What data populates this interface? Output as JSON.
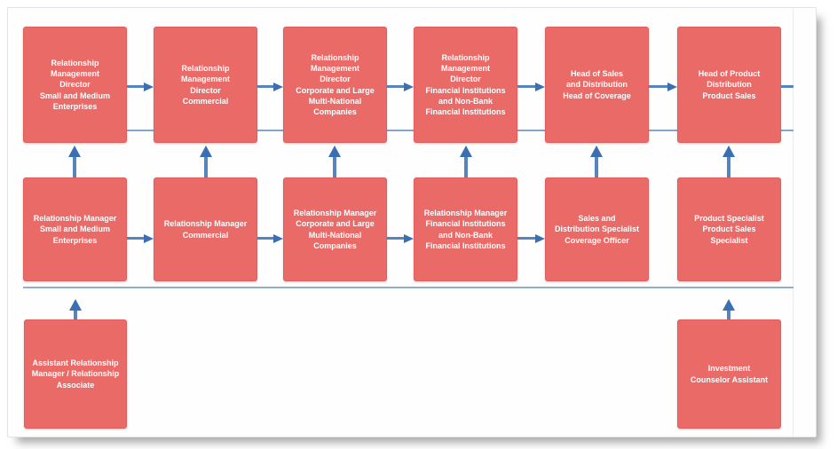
{
  "diagram": {
    "top_row": [
      {
        "label": "Relationship\nManagement\nDirector\nSmall and Medium\nEnterprises"
      },
      {
        "label": "Relationship\nManagement\nDirector\nCommercial"
      },
      {
        "label": "Relationship\nManagement\nDirector\nCorporate and Large\nMulti-National\nCompanies"
      },
      {
        "label": "Relationship\nManagement\nDirector\nFinancial Institutions\nand Non-Bank\nFinancial Institutions"
      },
      {
        "label": "Head of Sales\nand Distribution\nHead of Coverage"
      },
      {
        "label": "Head of Product\nDistribution\nProduct Sales"
      }
    ],
    "middle_row": [
      {
        "label": "Relationship Manager\nSmall and Medium\nEnterprises"
      },
      {
        "label": "Relationship Manager\nCommercial"
      },
      {
        "label": "Relationship Manager\nCorporate and Large\nMulti-National\nCompanies"
      },
      {
        "label": "Relationship Manager\nFinancial Institutions\nand Non-Bank\nFinancial Institutions"
      },
      {
        "label": "Sales and\nDistribution Specialist\nCoverage Officer"
      },
      {
        "label": "Product Specialist\nProduct Sales\nSpecialist"
      }
    ],
    "bottom_row": [
      {
        "label": "Assistant Relationship\nManager / Relationship\nAssociate"
      },
      {
        "label": "Investment\nCounselor Assistant"
      }
    ]
  },
  "colors": {
    "box_fill": "#EA6A68",
    "box_border": "#DE5E5D",
    "box_text": "#FFFFFF",
    "arrow_line": "#5585BC",
    "arrow_head": "#3A70B2",
    "separator_line": "#8FAECB",
    "track_line": "#6F94C0"
  }
}
